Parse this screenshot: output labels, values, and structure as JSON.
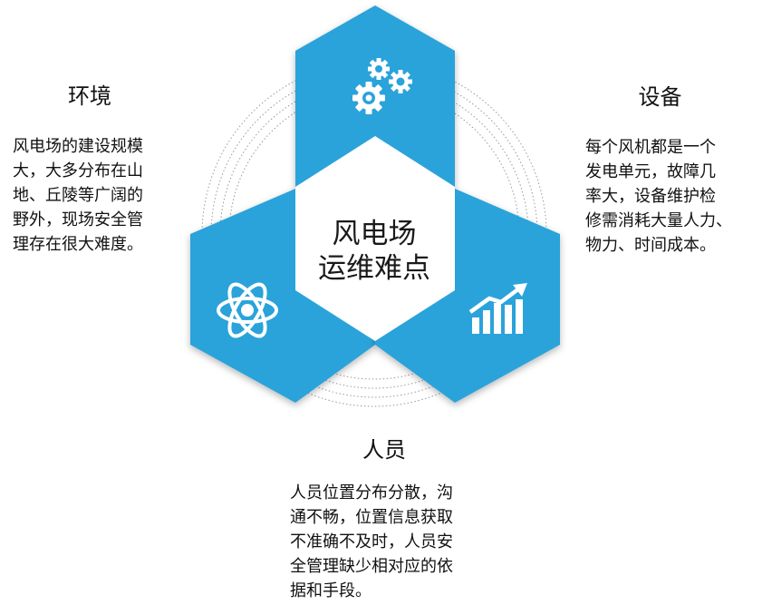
{
  "center": {
    "line1": "风电场",
    "line2": "运维难点"
  },
  "environment": {
    "title": "环境",
    "text": "风电场的建设规模\n大，大多分布在山\n地、丘陵等广阔的\n野外，现场安全管\n理存在很大难度。"
  },
  "equipment": {
    "title": "设备",
    "text": "每个风机都是一个\n发电单元，故障几\n率大，设备维护检\n修需消耗大量人力、\n物力、时间成本。"
  },
  "people": {
    "title": "人员",
    "text": "人员位置分布分散，沟\n通不畅，位置信息获取\n不准确不及时，人员安\n全管理缺少相对应的依\n据和手段。"
  },
  "icons": {
    "top": "gears-icon",
    "left": "atom-icon",
    "right": "growth-chart-icon"
  },
  "colors": {
    "hexagon": "#2aa3da",
    "background": "#ffffff",
    "text": "#111111"
  }
}
